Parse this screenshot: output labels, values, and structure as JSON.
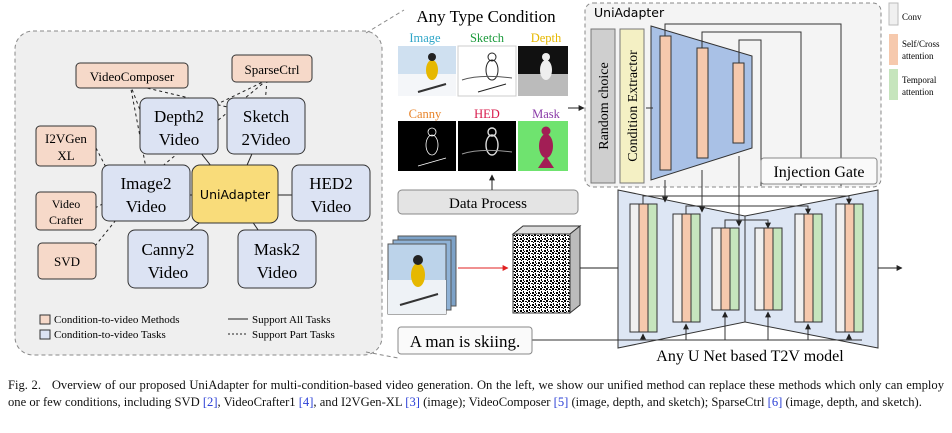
{
  "left_panel": {
    "center": "UniAdapter",
    "tasks": [
      {
        "key": "depth2video",
        "line1": "Depth2",
        "line2": "Video"
      },
      {
        "key": "sketch2video",
        "line1": "Sketch",
        "line2": "2Video"
      },
      {
        "key": "image2video",
        "line1": "Image2",
        "line2": "Video"
      },
      {
        "key": "hed2video",
        "line1": "HED2",
        "line2": "Video"
      },
      {
        "key": "canny2video",
        "line1": "Canny2",
        "line2": "Video"
      },
      {
        "key": "mask2video",
        "line1": "Mask2",
        "line2": "Video"
      }
    ],
    "methods": [
      {
        "key": "videocomposer",
        "line1": "VideoComposer",
        "line2": ""
      },
      {
        "key": "sparsectrl",
        "line1": "SparseCtrl",
        "line2": ""
      },
      {
        "key": "i2vgen",
        "line1": "I2VGen",
        "line2": "XL"
      },
      {
        "key": "videocrafter",
        "line1": "Video",
        "line2": "Crafter"
      },
      {
        "key": "svd",
        "line1": "SVD",
        "line2": ""
      }
    ],
    "legend": {
      "methods": "Condition-to-video Methods",
      "tasks": "Condition-to-video Tasks",
      "all": "Support All Tasks",
      "part": "Support Part Tasks"
    }
  },
  "conditions": {
    "title": "Any Type Condition",
    "labels": [
      {
        "text": "Image",
        "color": "#2fa6c8"
      },
      {
        "text": "Sketch",
        "color": "#1a9a3a"
      },
      {
        "text": "Depth",
        "color": "#e6b800"
      },
      {
        "text": "Canny",
        "color": "#e8842a"
      },
      {
        "text": "HED",
        "color": "#d8194a"
      },
      {
        "text": "Mask",
        "color": "#8a3aa8"
      }
    ],
    "data_process": "Data Process"
  },
  "uniadapter": {
    "title": "UniAdapter",
    "random_choice": "Random choice",
    "condition_extractor": "Condition Extractor",
    "injection_gate": "Injection Gate"
  },
  "block_legend": {
    "conv": "Conv",
    "attn_line1": "Self/Cross",
    "attn_line2": "attention",
    "temp_line1": "Temporal",
    "temp_line2": "attention"
  },
  "prompt": "A man is skiing.",
  "unet_label": "Any U Net based T2V model",
  "colors": {
    "task_fill": "#dce3f3",
    "method_fill": "#f6d9c9",
    "center_fill": "#f9dc7a",
    "unet_fill": "#dde6f4",
    "adapter_fill": "#a9c1e6",
    "attn_fill": "#f6c9ad",
    "temp_fill": "#c6e5bd",
    "conv_fill": "#f0f0f0"
  },
  "caption": {
    "figure": "Fig. 2.",
    "p1": "Overview of our proposed UniAdapter for multi-condition-based video generation. On the left, we show our unified method can replace these methods which only can employ one or few conditions, including SVD ",
    "r1": "[2]",
    "p2": ", VideoCrafter1 ",
    "r2": "[4]",
    "p3": ", and I2VGen-XL ",
    "r3": "[3]",
    "p4": " (image); VideoComposer ",
    "r4": "[5]",
    "p5": " (image, depth, and sketch); SparseCtrl ",
    "r5": "[6]",
    "p6": " (image, depth, and sketch)."
  }
}
